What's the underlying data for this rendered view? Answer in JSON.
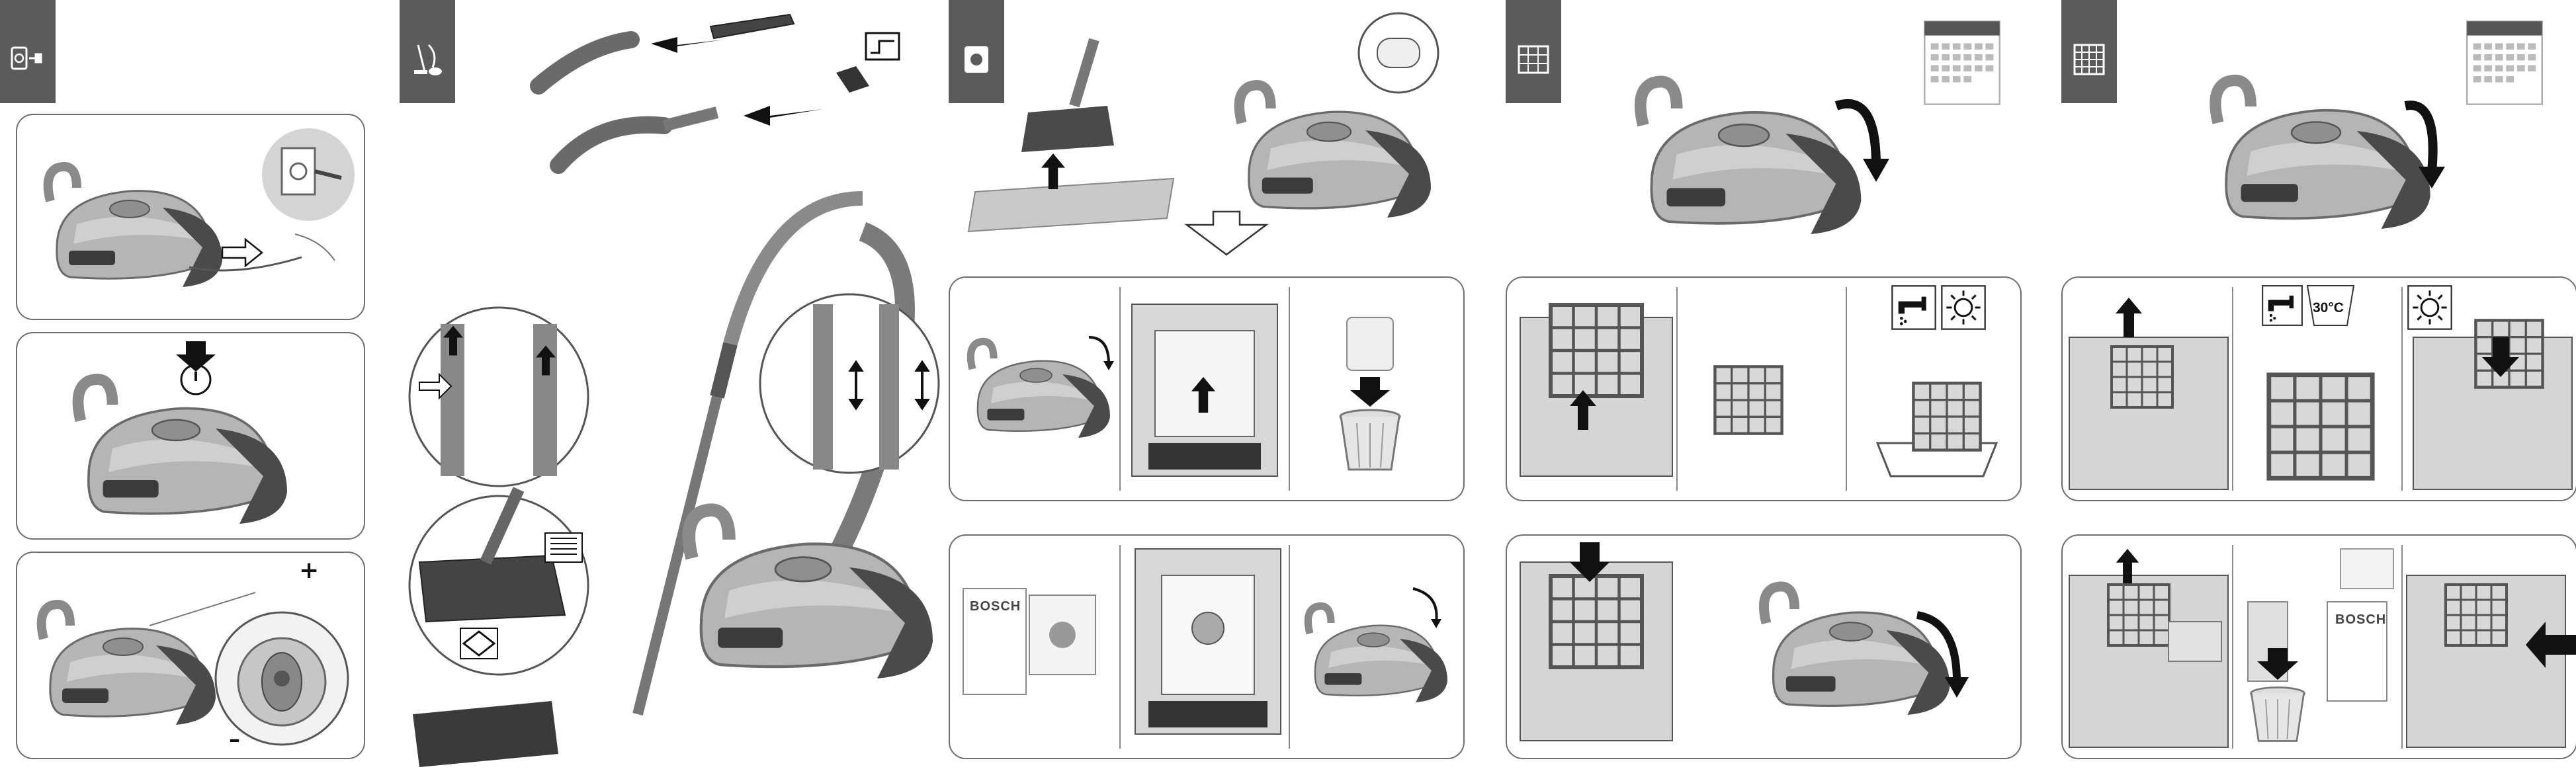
{
  "page": {
    "background": "#ffffff"
  },
  "colors": {
    "tab": "#5b5b5b",
    "panel_border": "#6e6e6e",
    "device_body": "#9a9a9a",
    "device_dark": "#4a4a4a",
    "arrow": "#111111"
  },
  "sections": [
    {
      "id": "connect",
      "tab_icon": "power-plug-icon",
      "panels": [
        {
          "step": "plug-in",
          "icons": [
            "vacuum-cleaner-icon",
            "wall-socket-icon",
            "pull-arrow-icon"
          ]
        },
        {
          "step": "switch-on",
          "icons": [
            "vacuum-cleaner-icon",
            "power-button-icon",
            "push-arrow-icon"
          ]
        },
        {
          "step": "adjust-power",
          "icons": [
            "vacuum-cleaner-icon",
            "power-dial-icon"
          ],
          "plus_label": "+",
          "minus_label": "–"
        }
      ]
    },
    {
      "id": "assemble",
      "tab_icon": "vacuum-with-tube-icon",
      "icons": [
        "crevice-tool-icon",
        "upholstery-nozzle-icon",
        "hose-icon",
        "telescopic-tube-icon",
        "floor-nozzle-icon",
        "carpet-symbol-icon",
        "hard-floor-symbol-icon"
      ]
    },
    {
      "id": "dust-bag",
      "tab_icon": "dust-bag-icon",
      "bag_brand": "BOSCH",
      "panels": [
        {
          "step": "remove-bag",
          "icons": [
            "open-lid-icon",
            "bag-holder-icon",
            "trash-bin-icon"
          ]
        },
        {
          "step": "insert-bag",
          "icons": [
            "bag-box-icon",
            "bag-holder-icon",
            "close-lid-icon"
          ]
        }
      ]
    },
    {
      "id": "motor-filter",
      "tab_icon": "filter-grid-icon",
      "icons": [
        "calendar-icon",
        "tap-icon",
        "sun-icon",
        "water-basin-icon"
      ]
    },
    {
      "id": "exhaust-filter",
      "tab_icon": "hepa-filter-icon",
      "wash_label": "30°C",
      "bag_brand": "BOSCH",
      "icons": [
        "calendar-icon",
        "tap-icon",
        "wash-tub-icon",
        "sun-icon",
        "trash-bin-icon"
      ]
    }
  ]
}
